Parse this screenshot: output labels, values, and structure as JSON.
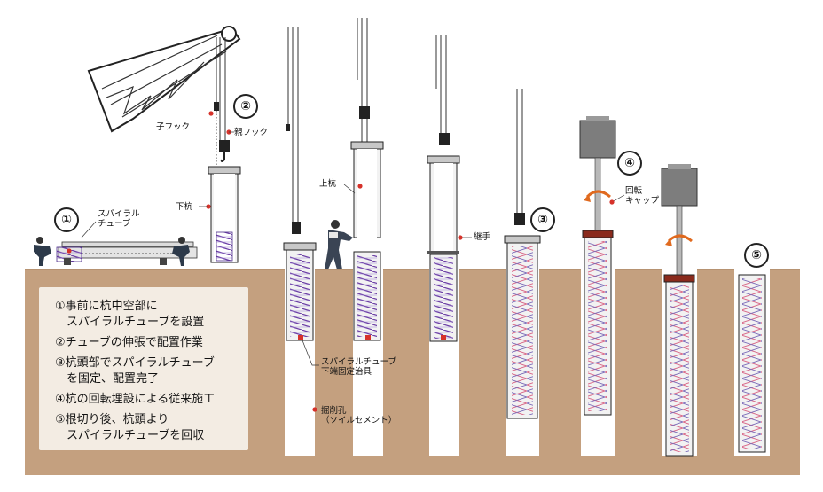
{
  "steps": [
    "①",
    "②",
    "③",
    "④",
    "⑤"
  ],
  "labels": {
    "spiral_tube": "スパイラル\nチューブ",
    "child_hook": "子フック",
    "parent_hook": "親フック",
    "lower_pile": "下杭",
    "upper_pile": "上杭",
    "joint": "継手",
    "rotation_cap": "回転\nキャップ",
    "fixing_jig": "スパイラルチューブ\n下端固定治具",
    "borehole": "掘削孔\n（ソイルセメント）"
  },
  "legend": [
    "①事前に杭中空部に",
    "　スパイラルチューブを設置",
    "②チューブの伸張で配置作業",
    "③杭頭部でスパイラルチューブ",
    "　を固定、配置完了",
    "④杭の回転埋設による従来施工",
    "⑤根切り後、杭頭より",
    "　スパイラルチューブを回収"
  ],
  "colors": {
    "ground": "#c4a07f",
    "hole": "#ffffff",
    "pile_wall": "#b9b9b9",
    "pile_outline": "#222222",
    "spiral_purple": "#6c3fa6",
    "spiral_pink": "#d96a8a",
    "accent_red": "#d6322a",
    "motor_gray": "#7d7d7d"
  }
}
